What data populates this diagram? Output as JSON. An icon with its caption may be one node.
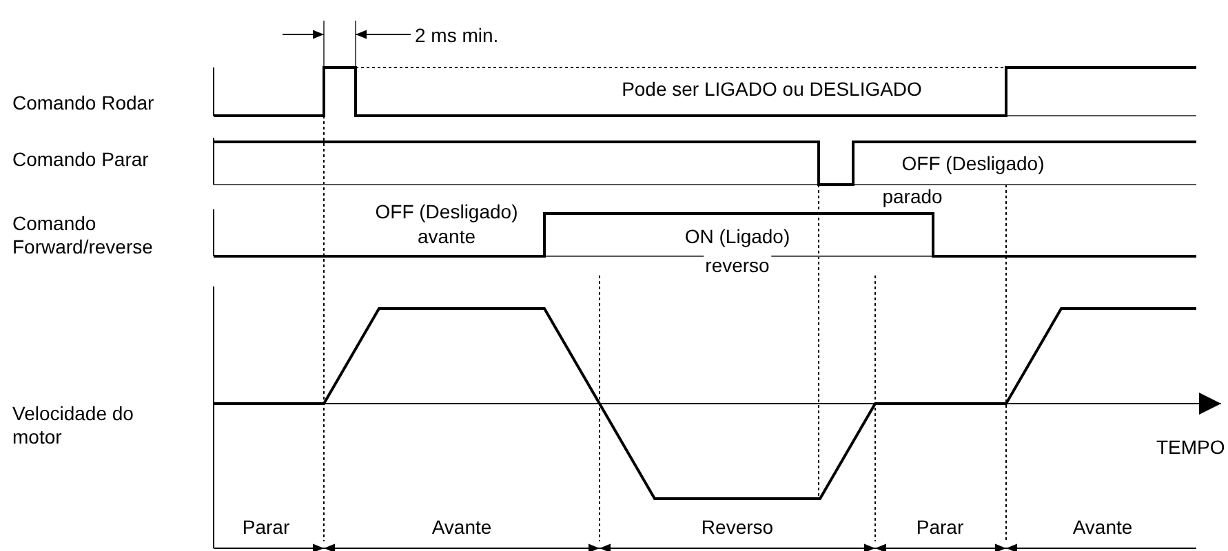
{
  "diagram": {
    "labels": [
      "2 ms min.",
      "Comando Rodar",
      "Pode ser LIGADO ou DESLIGADO",
      "Comando Parar",
      "OFF (Desligado)",
      "parado",
      "Comando Forward/reverse",
      "OFF (Desligado)",
      "avante",
      "ON (Ligado)",
      "reverso",
      "Velocidade do motor",
      "TEMPO",
      "Parar",
      "Avante",
      "Reverso",
      "Parar",
      "Avante"
    ]
  }
}
